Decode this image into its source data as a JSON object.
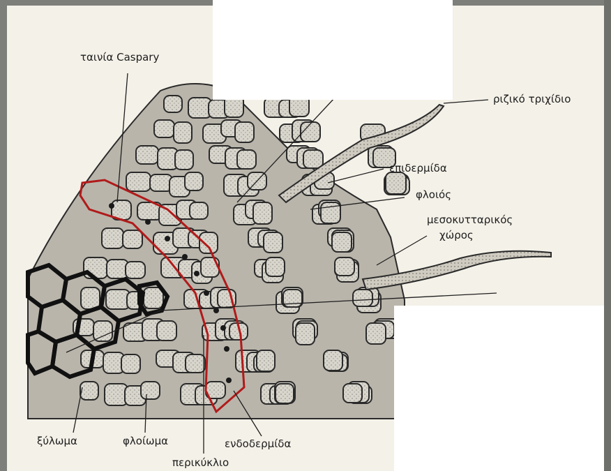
{
  "diagram": {
    "labels": {
      "casparian_strip": "ταινία Caspary",
      "root_hair": "ριζικό τριχίδιο",
      "epidermis": "επιδερμίδα",
      "cortex": "φλοιός",
      "intercellular_space_line1": "μεσοκυτταρικός",
      "intercellular_space_line2": "χώρος",
      "xylem": "ξύλωμα",
      "phloem": "φλοίωμα",
      "endodermis": "ενδοδερμίδα",
      "pericycle": "περικύκλιο"
    },
    "colors": {
      "highlight_outline": "#b11a1a",
      "ink": "#1f1f1f",
      "paper": "#f4f1e8",
      "cell_shade": "#c9c6bd"
    }
  }
}
